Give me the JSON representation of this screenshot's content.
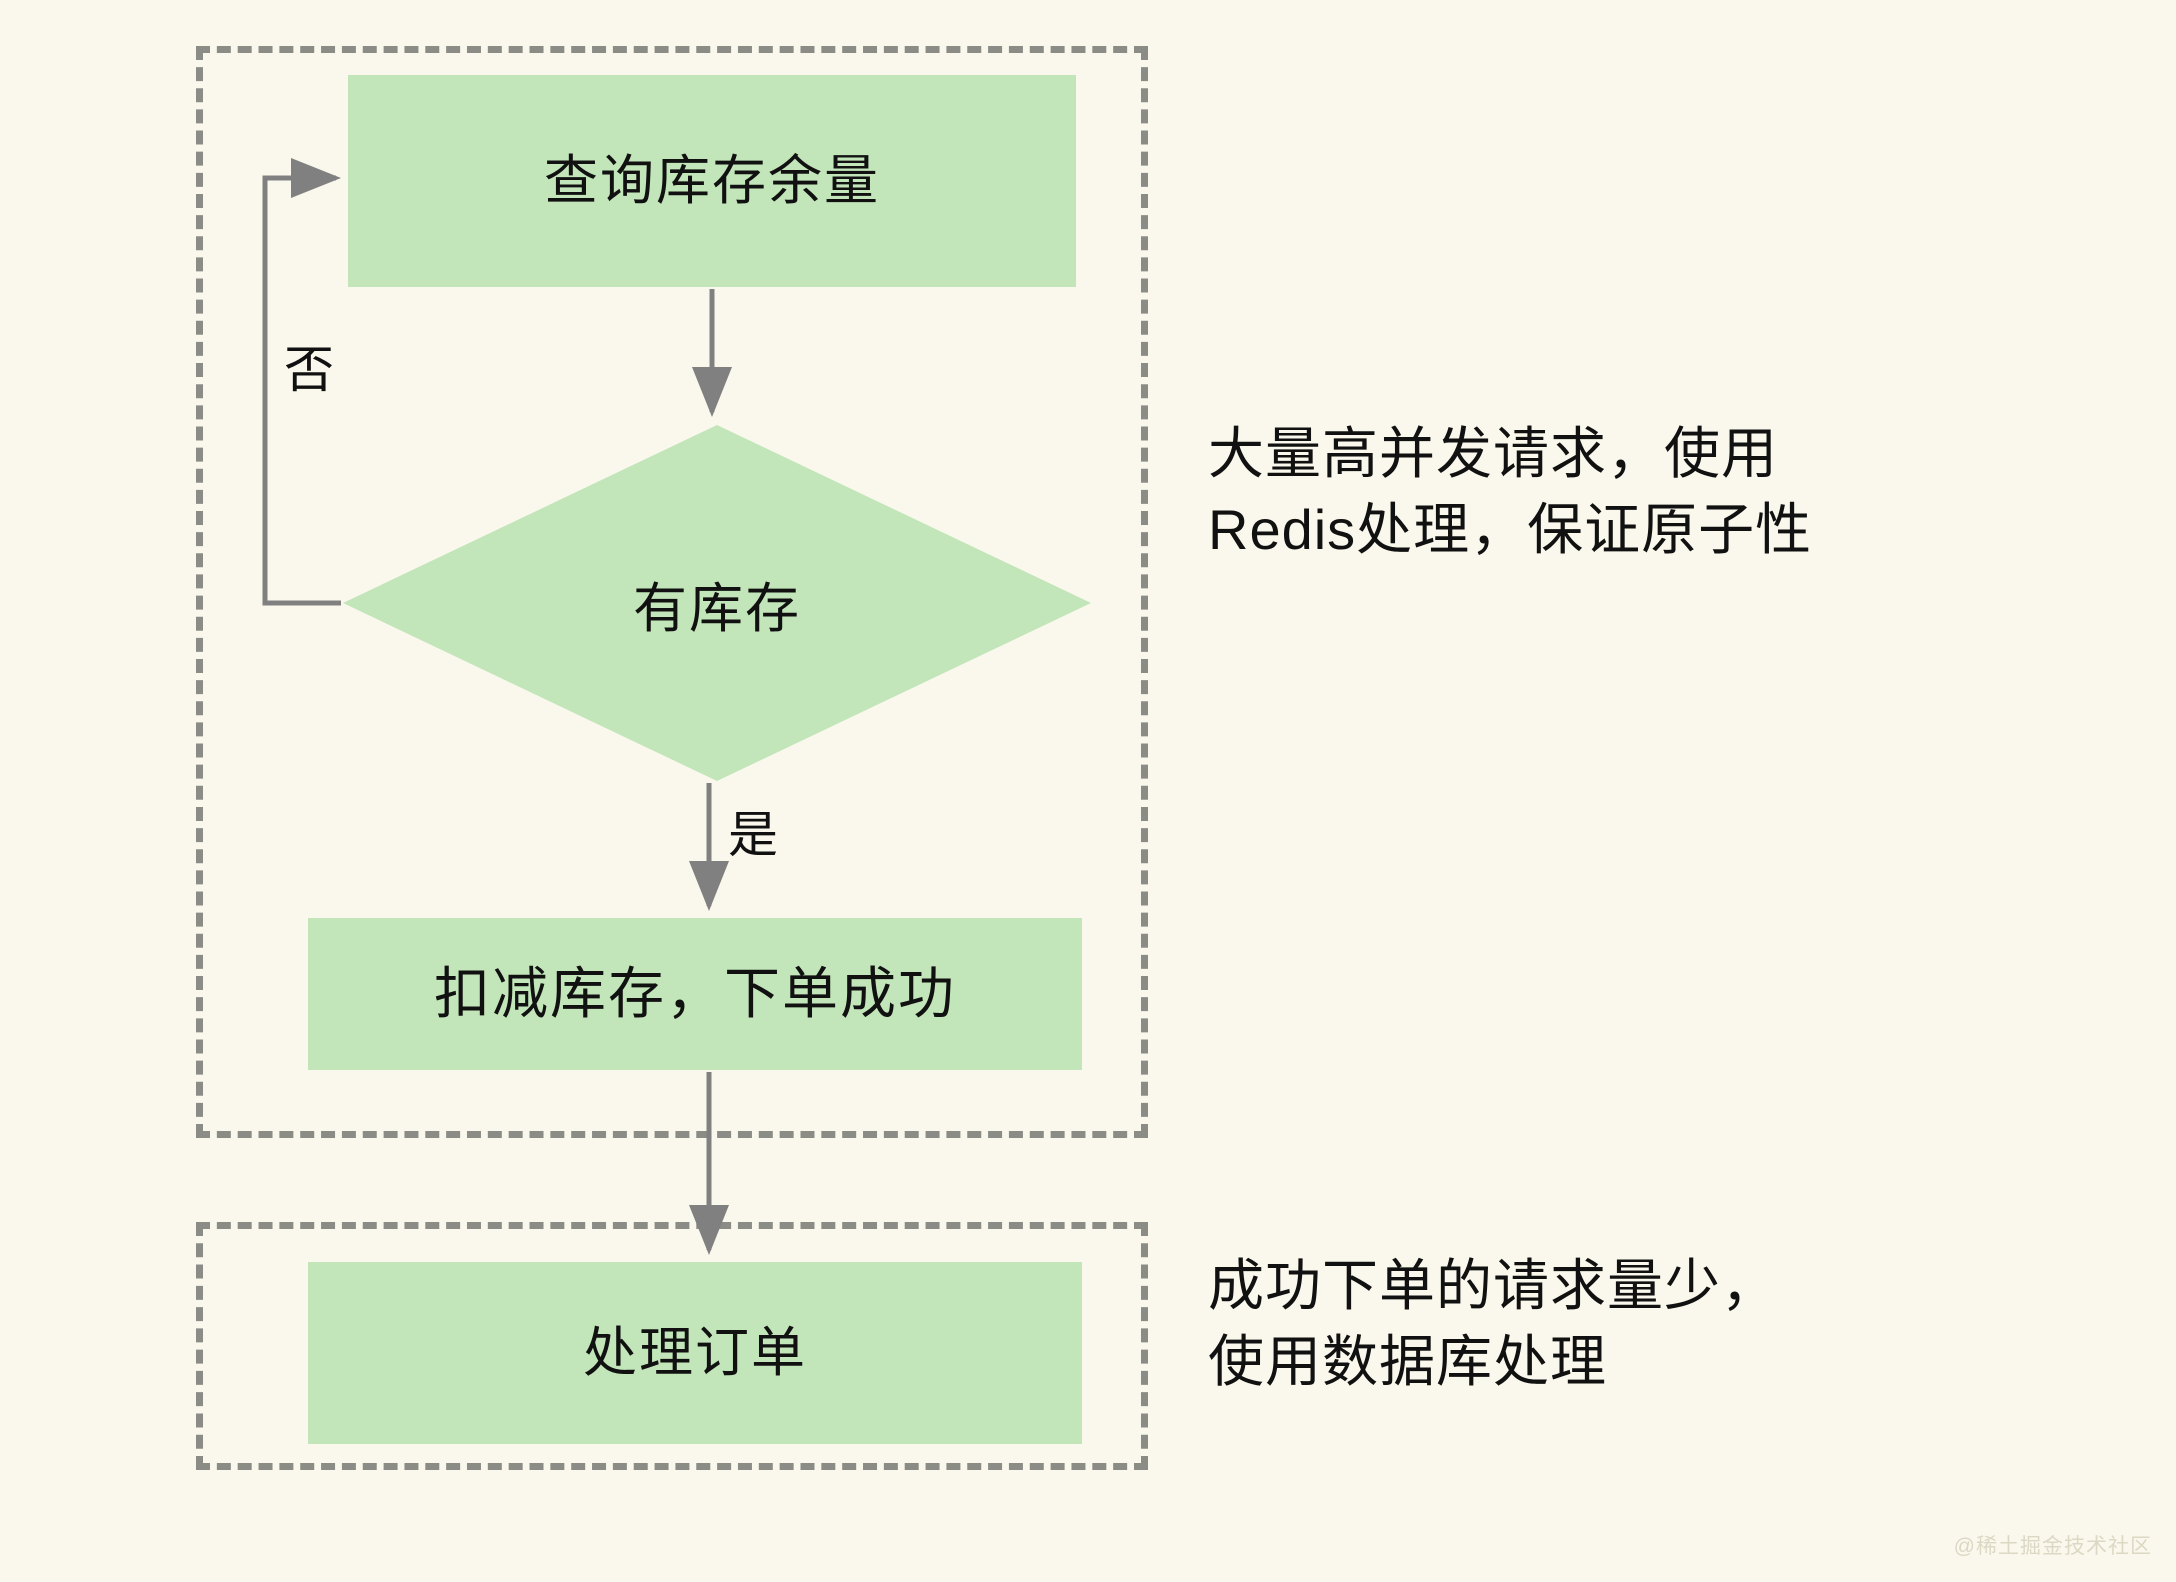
{
  "canvas": {
    "background_color": "#FAF8EC",
    "node_fill_color": "#C2E6BA",
    "connector_color": "#808080",
    "group_border_color": "#8C8C87",
    "text_color": "#111111"
  },
  "diagram": {
    "type": "flowchart",
    "nodes": [
      {
        "id": "query",
        "shape": "rectangle",
        "label": "查询库存余量"
      },
      {
        "id": "decision",
        "shape": "diamond",
        "label": "有库存"
      },
      {
        "id": "deduct",
        "shape": "rectangle",
        "label": "扣减库存，下单成功"
      },
      {
        "id": "order",
        "shape": "rectangle",
        "label": "处理订单"
      }
    ],
    "edges": [
      {
        "from": "query",
        "to": "decision",
        "label": ""
      },
      {
        "from": "decision",
        "to": "query",
        "label": "否"
      },
      {
        "from": "decision",
        "to": "deduct",
        "label": "是"
      },
      {
        "from": "deduct",
        "to": "order",
        "label": ""
      }
    ],
    "groups": [
      {
        "id": "redis",
        "style": "dashed",
        "annotation": "大量高并发请求，使用\nRedis处理，保证原子性"
      },
      {
        "id": "db",
        "style": "dashed",
        "annotation": "成功下单的请求量少，\n使用数据库处理"
      }
    ]
  },
  "watermark": {
    "text": "@稀土掘金技术社区"
  }
}
